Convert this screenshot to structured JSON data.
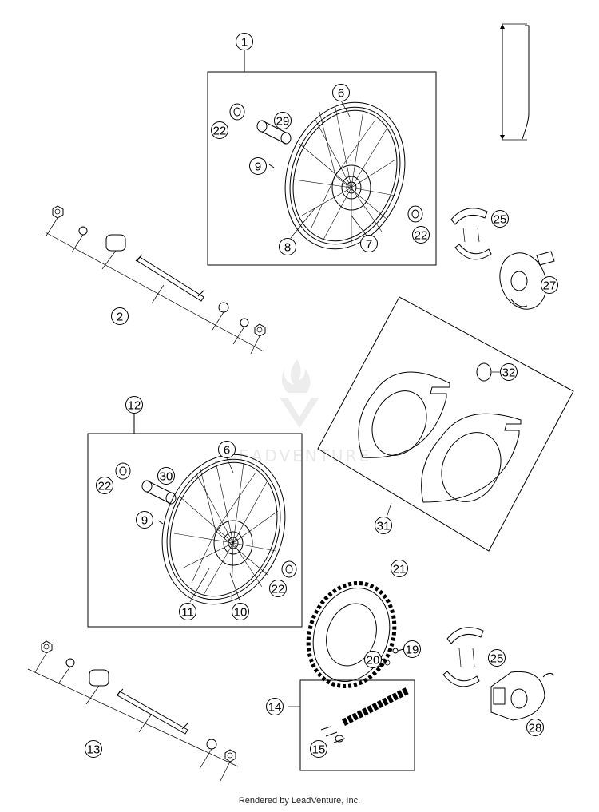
{
  "diagram": {
    "watermark": "LEADVENTURE",
    "footer": "Rendered by LeadVenture, Inc.",
    "callouts": [
      {
        "id": "c1",
        "label": "1"
      },
      {
        "id": "c2",
        "label": "2"
      },
      {
        "id": "c6a",
        "label": "6"
      },
      {
        "id": "c7",
        "label": "7"
      },
      {
        "id": "c8",
        "label": "8"
      },
      {
        "id": "c9a",
        "label": "9"
      },
      {
        "id": "c22a",
        "label": "22"
      },
      {
        "id": "c22b",
        "label": "22"
      },
      {
        "id": "c29",
        "label": "29"
      },
      {
        "id": "c25a",
        "label": "25"
      },
      {
        "id": "c27",
        "label": "27"
      },
      {
        "id": "c32",
        "label": "32"
      },
      {
        "id": "c31",
        "label": "31"
      },
      {
        "id": "c12",
        "label": "12"
      },
      {
        "id": "c6b",
        "label": "6"
      },
      {
        "id": "c30",
        "label": "30"
      },
      {
        "id": "c9b",
        "label": "9"
      },
      {
        "id": "c22c",
        "label": "22"
      },
      {
        "id": "c22d",
        "label": "22"
      },
      {
        "id": "c10",
        "label": "10"
      },
      {
        "id": "c11",
        "label": "11"
      },
      {
        "id": "c21",
        "label": "21"
      },
      {
        "id": "c19",
        "label": "19"
      },
      {
        "id": "c20",
        "label": "20"
      },
      {
        "id": "c25b",
        "label": "25"
      },
      {
        "id": "c28",
        "label": "28"
      },
      {
        "id": "c14",
        "label": "14"
      },
      {
        "id": "c15",
        "label": "15"
      },
      {
        "id": "c13",
        "label": "13"
      }
    ]
  }
}
